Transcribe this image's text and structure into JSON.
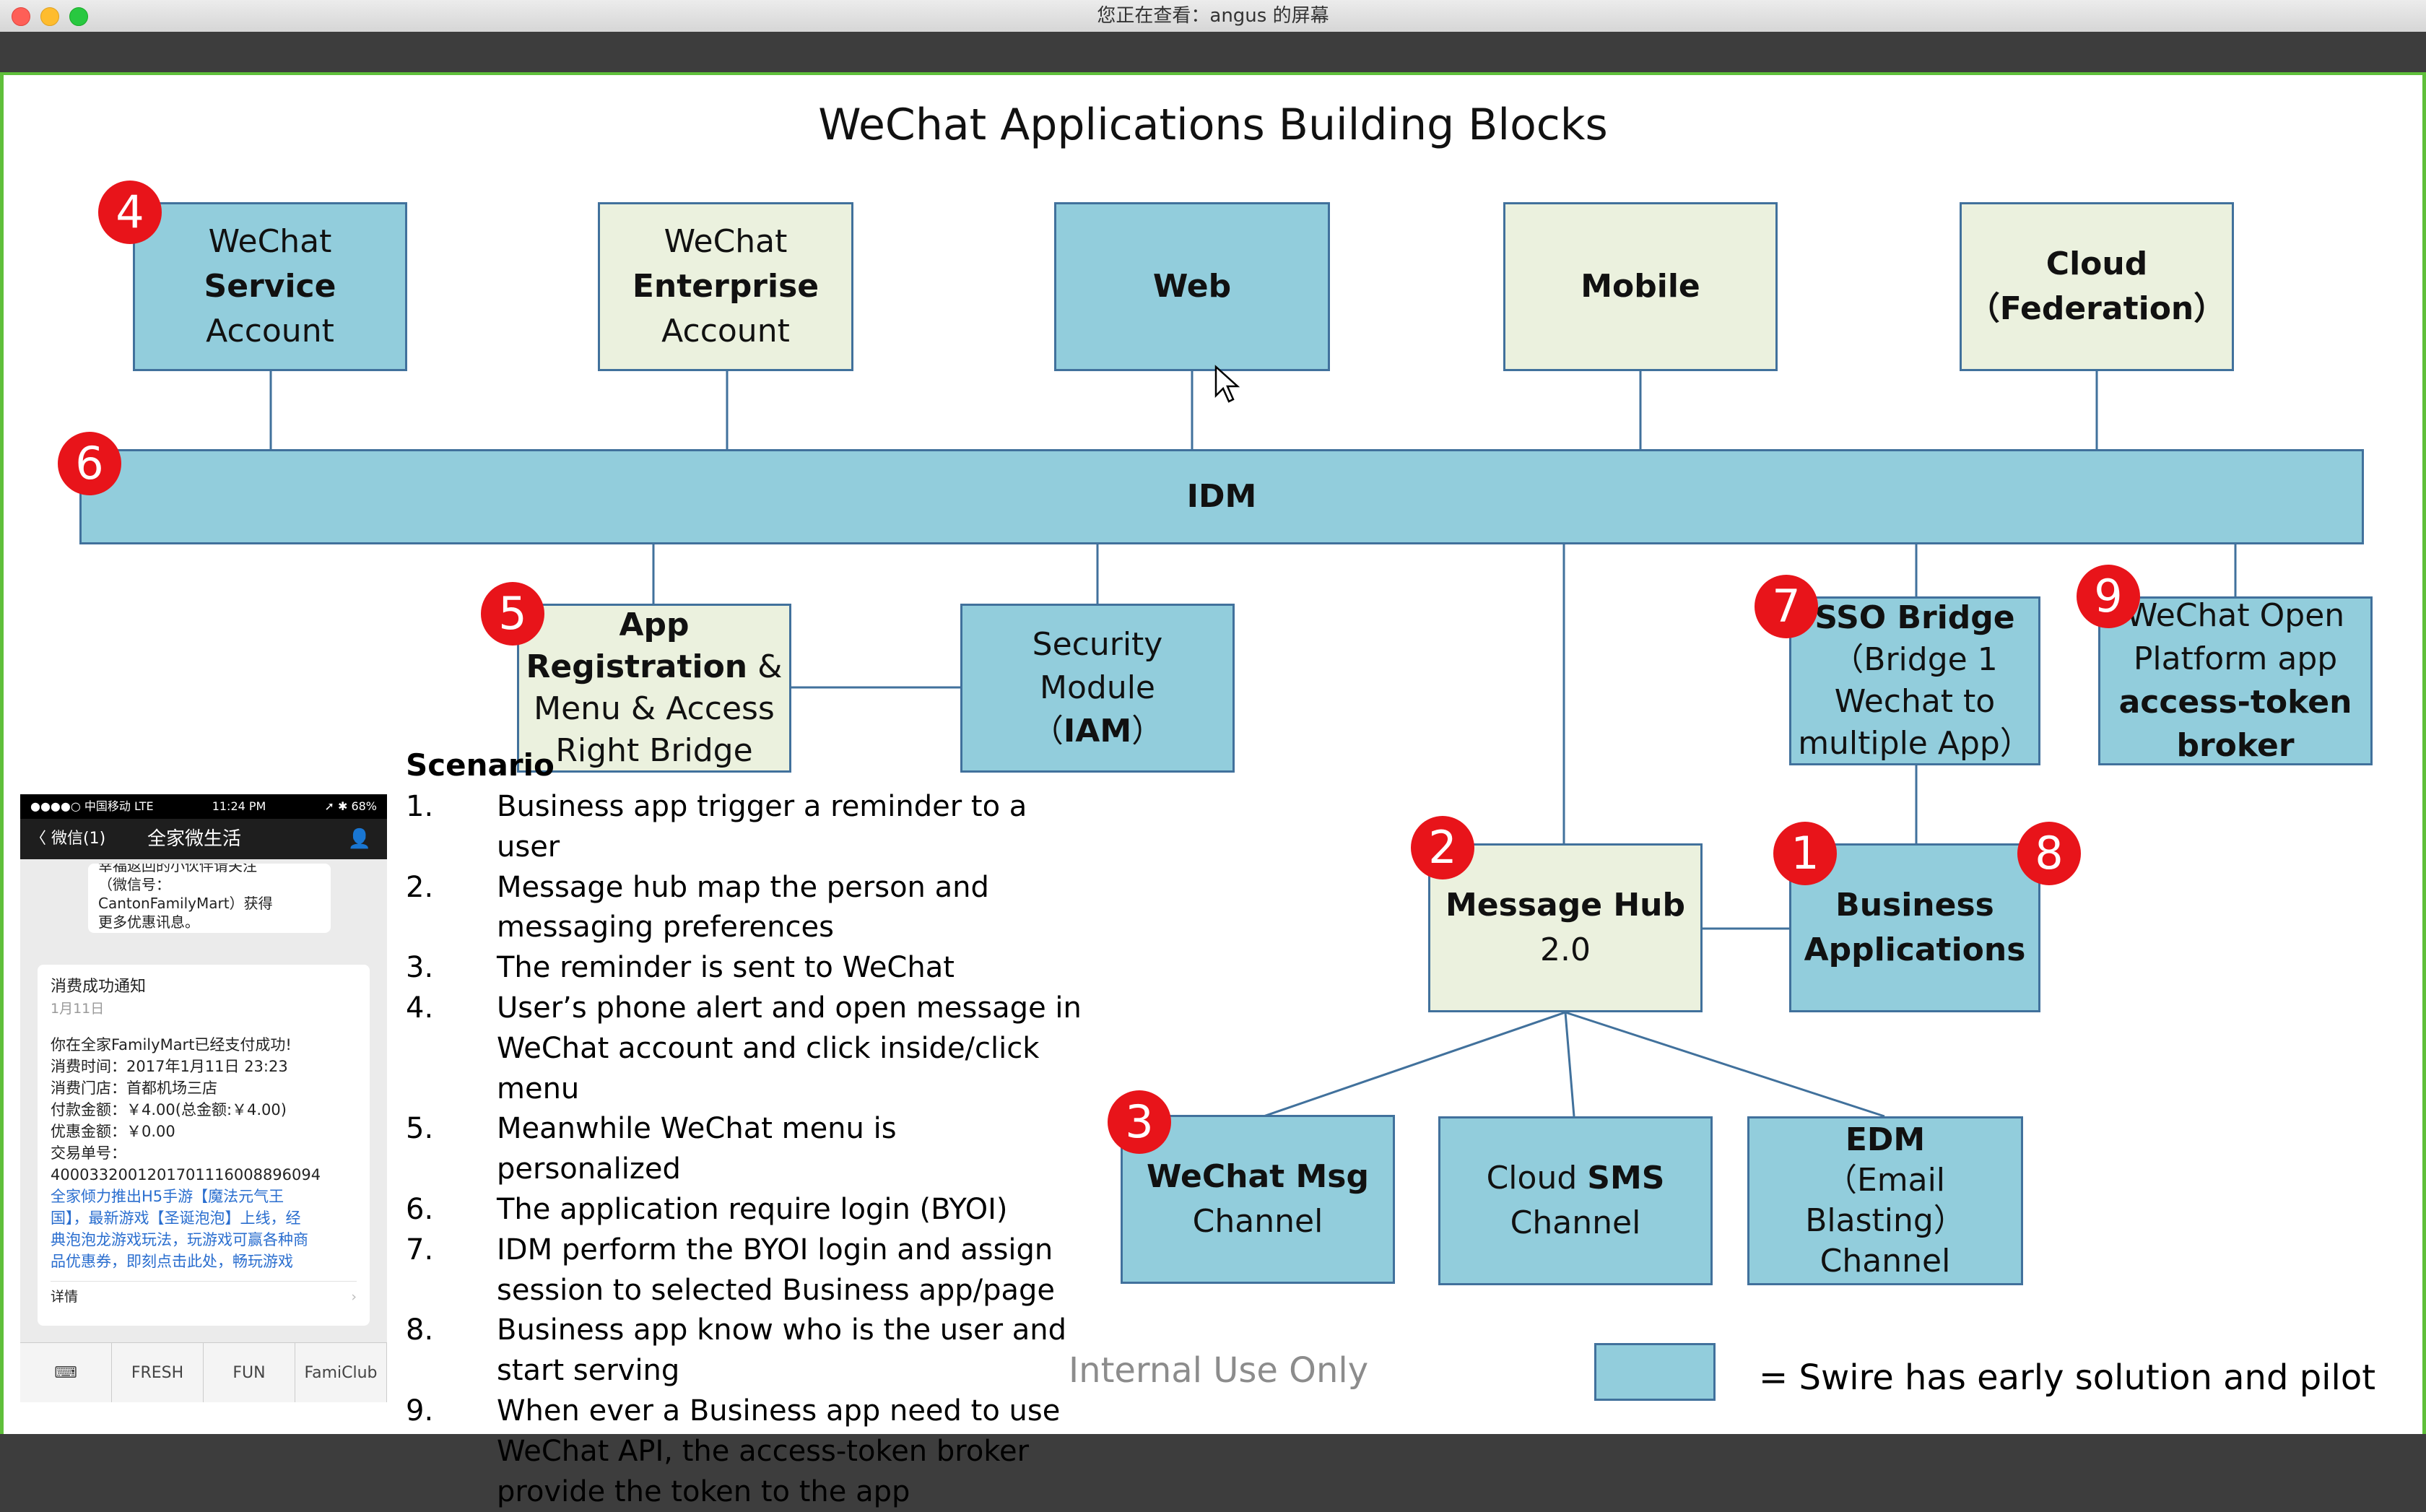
{
  "window": {
    "title": "您正在查看：angus 的屏幕"
  },
  "slide": {
    "title": "WeChat Applications Building Blocks",
    "boxes": {
      "service": [
        "WeChat",
        "Service",
        "Account"
      ],
      "enterprise": [
        "WeChat",
        "Enterprise",
        "Account"
      ],
      "web": "Web",
      "mobile": "Mobile",
      "cloud": [
        "Cloud",
        "（Federation）"
      ],
      "idm": "IDM",
      "appreg": [
        "App",
        "Registration",
        " &",
        "Menu & Access",
        "Right Bridge"
      ],
      "security": [
        "Security",
        "Module",
        "（",
        "IAM",
        "）"
      ],
      "sso": [
        "SSO Bridge",
        "（Bridge 1",
        "Wechat to",
        "multiple App）"
      ],
      "wop": [
        "WeChat Open",
        "Platform app",
        "access-token",
        "broker"
      ],
      "msghub": [
        "Message Hub",
        "2.0"
      ],
      "bizapp": [
        "Business",
        "Applications"
      ],
      "wcmsg": [
        "WeChat Msg",
        "Channel"
      ],
      "sms": [
        "Cloud ",
        "SMS",
        "Channel"
      ],
      "edm": [
        "EDM",
        "（Email Blasting）",
        "Channel"
      ]
    },
    "badges": {
      "b1": "1",
      "b2": "2",
      "b3": "3",
      "b4": "4",
      "b5": "5",
      "b6": "6",
      "b7": "7",
      "b8": "8",
      "b9": "9"
    },
    "scenario_title": "Scenario",
    "scenario": [
      {
        "num": "1.",
        "lines": [
          "Business app trigger a reminder to a user"
        ]
      },
      {
        "num": "2.",
        "lines": [
          "Message hub map the person and",
          "messaging preferences"
        ]
      },
      {
        "num": "3.",
        "lines": [
          "The reminder is sent to WeChat"
        ]
      },
      {
        "num": "4.",
        "lines": [
          "User’s phone alert and open message in",
          "WeChat account and click inside/click",
          "menu"
        ]
      },
      {
        "num": "5.",
        "lines": [
          "Meanwhile WeChat menu is personalized"
        ]
      },
      {
        "num": "6.",
        "lines": [
          "The application require login (BYOI)"
        ]
      },
      {
        "num": "7.",
        "lines": [
          "IDM perform the BYOI login and assign",
          "session to selected Business app/page"
        ]
      },
      {
        "num": "8.",
        "lines": [
          "Business app know who is the user and",
          "start serving"
        ]
      },
      {
        "num": "9.",
        "lines": [
          "When ever a Business app need to use",
          "WeChat API, the access-token broker",
          "provide the token to the app"
        ]
      }
    ],
    "internal": "Internal Use Only",
    "legend": "= Swire has early solution and pilot",
    "legend_color": "#92cddc",
    "cream_color": "#ebf1de",
    "badge_color": "#e8141a"
  },
  "phone": {
    "status_left": "●●●●○ 中国移动  LTE",
    "status_time": "11:24 PM",
    "status_right": "➚ ✱ 68%",
    "back": "〈 微信(1)",
    "nav_title": "全家微生活",
    "card1": [
      "幸福返回的小伙伴请关注",
      "（微信号：",
      "CantonFamilyMart）获得",
      "更多优惠讯息。"
    ],
    "notice_title": "消费成功通知",
    "notice_date": "1月11日",
    "notice_lines": [
      "你在全家FamilyMart已经支付成功!",
      "消费时间：2017年1月11日 23:23",
      "消费门店：首都机场三店",
      "付款金额：￥4.00(总金额:￥4.00)",
      "优惠金额：￥0.00",
      "交易单号：",
      "40003320012017011160088960​94"
    ],
    "notice_links": [
      "全家倾力推出H5手游【魔法元气王",
      "国】，最新游戏【圣诞泡泡】上线，经",
      "典泡泡龙游戏玩法，玩游戏可赢各种商",
      "品优惠券，即刻点击此处，畅玩游戏"
    ],
    "detail": "详情",
    "footer": [
      "FRESH",
      "FUN",
      "FamiClub"
    ]
  }
}
